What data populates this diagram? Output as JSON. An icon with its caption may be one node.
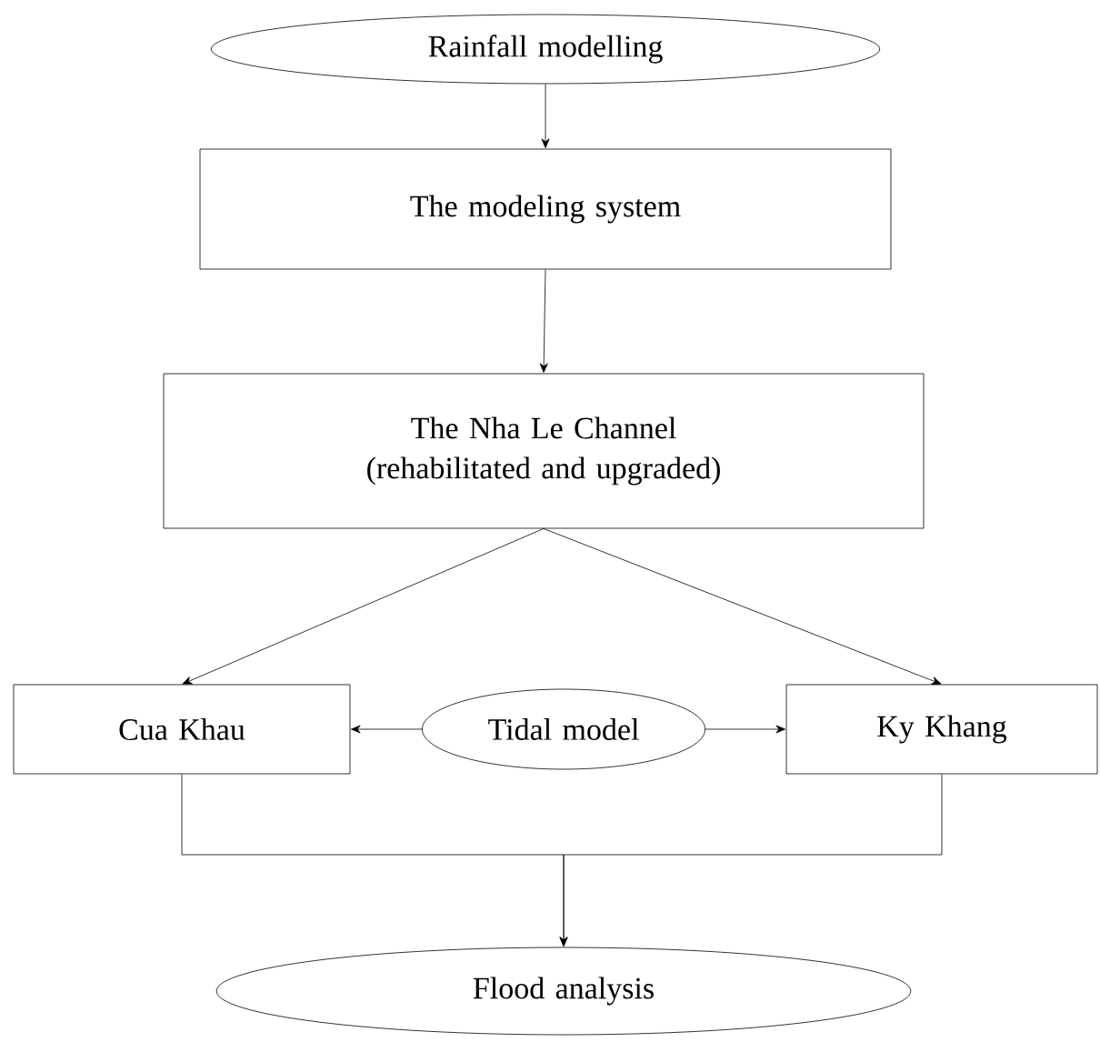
{
  "diagram": {
    "nodes": [
      {
        "text": [
          "Rainfall modelling"
        ]
      },
      {
        "text": [
          "The modeling system"
        ]
      },
      {
        "text": [
          "The Nha Le Channel (rehabilitated and upgraded)"
        ]
      },
      {
        "text": [
          "Cua Khau"
        ]
      },
      {
        "text": [
          "Tidal model"
        ]
      },
      {
        "text": [
          "Ky Khang"
        ]
      },
      {
        "text": [
          "Flood analysis"
        ]
      }
    ],
    "edges": [
      {
        "from": 0,
        "to": 1,
        "arrow": "to"
      },
      {
        "from": 1,
        "to": 2,
        "arrow": "to"
      },
      {
        "from": 2,
        "to": 3,
        "arrow": "to"
      },
      {
        "from": 2,
        "to": 5,
        "arrow": "to"
      },
      {
        "from": 4,
        "to": 3,
        "arrow": "to"
      },
      {
        "from": 4,
        "to": 5,
        "arrow": "to"
      },
      {
        "from": 3,
        "to": 6,
        "arrow": "to"
      },
      {
        "from": 5,
        "to": 6,
        "arrow": "to"
      }
    ]
  }
}
